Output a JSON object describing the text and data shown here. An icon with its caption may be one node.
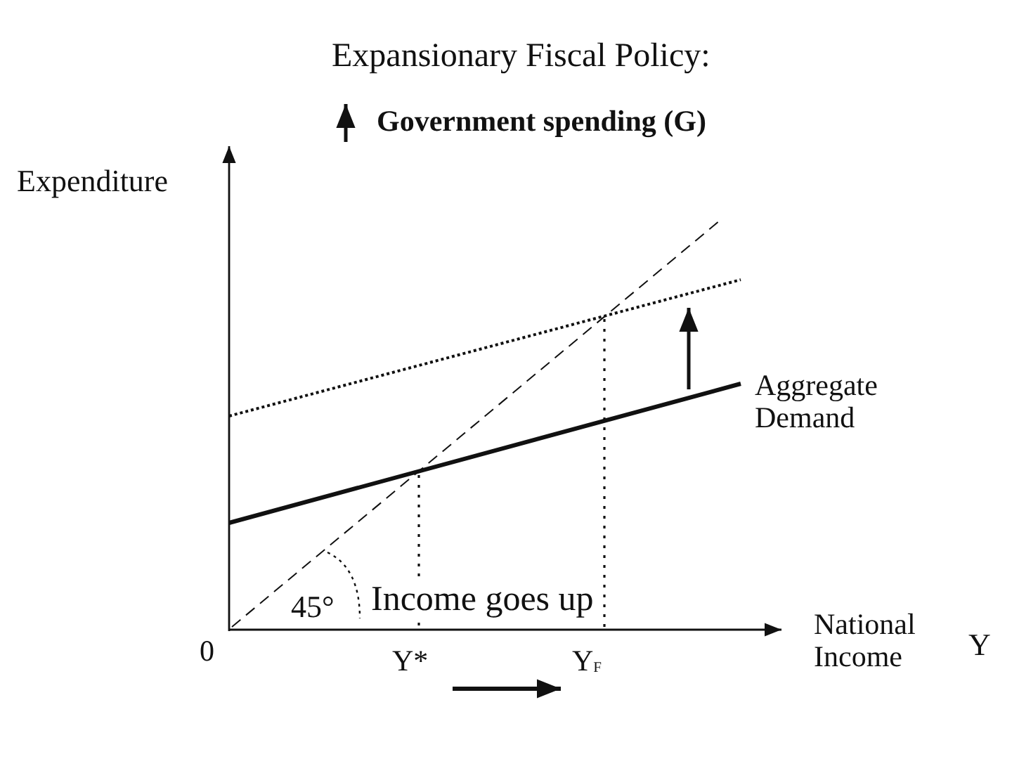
{
  "diagram": {
    "title": "Expansionary Fiscal Policy:",
    "labels": [
      "Government spending (G)",
      "Expenditure",
      "Aggregate Demand",
      "45°",
      "Income goes up",
      "0",
      "Y*",
      "Y$_{F}$",
      "National Income",
      "Y"
    ]
  }
}
